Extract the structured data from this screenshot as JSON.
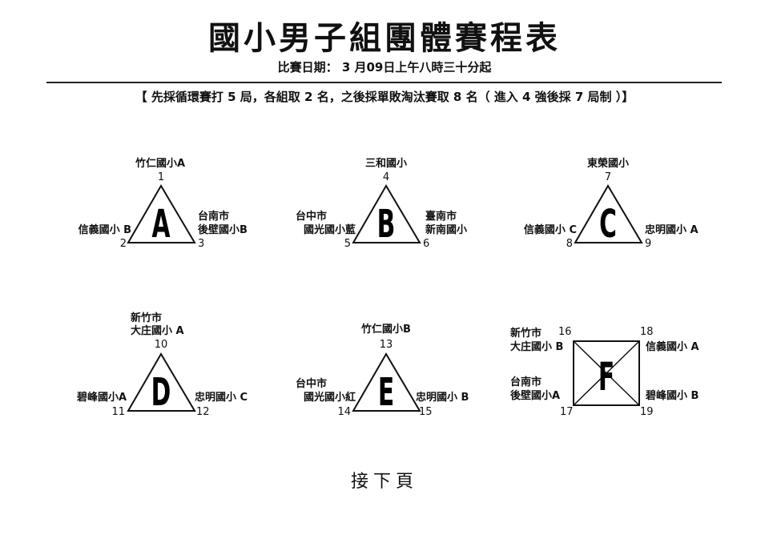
{
  "header": {
    "title": "國小男子組團體賽程表",
    "date_line": "比賽日期： 3 月09日上午八時三十分起",
    "format_note": "【 先採循環賽打 5 局，各組取 2 名，之後採單敗淘汰賽取 8 名（ 進入 4 強後採 7 局制 ）】"
  },
  "groups": {
    "a": {
      "letter": "A",
      "top": {
        "name": "竹仁國小A",
        "seed": "1"
      },
      "left": {
        "name": "信義國小 B",
        "seed": "2"
      },
      "right": {
        "line1": "台南市",
        "line2": "後壁國小B",
        "seed": "3"
      }
    },
    "b": {
      "letter": "B",
      "top": {
        "name": "三和國小",
        "seed": "4"
      },
      "left": {
        "line1": "台中市",
        "line2": "國光國小藍",
        "seed": "5"
      },
      "right": {
        "line1": "臺南市",
        "line2": "新南國小",
        "seed": "6"
      }
    },
    "c": {
      "letter": "C",
      "top": {
        "name": "東榮國小",
        "seed": "7"
      },
      "left": {
        "name": "信義國小 C",
        "seed": "8"
      },
      "right": {
        "name": "忠明國小 A",
        "seed": "9"
      }
    },
    "d": {
      "letter": "D",
      "top": {
        "line1": "新竹市",
        "line2": "大庄國小 A",
        "seed": "10"
      },
      "left": {
        "name": "碧峰國小A",
        "seed": "11"
      },
      "right": {
        "name": "忠明國小 C",
        "seed": "12"
      }
    },
    "e": {
      "letter": "E",
      "top": {
        "name": "竹仁國小B",
        "seed": "13"
      },
      "left": {
        "line1": "台中市",
        "line2": "國光國小紅",
        "seed": "14"
      },
      "right": {
        "name": "忠明國小 B",
        "seed": "15"
      }
    },
    "f": {
      "letter": "F",
      "tl": {
        "line1": "新竹市",
        "line2": "大庄國小 B",
        "seed": "16"
      },
      "tr": {
        "name": "信義國小 A",
        "seed": "18"
      },
      "bl": {
        "line1": "台南市",
        "line2": "後壁國小A",
        "seed": "17"
      },
      "br": {
        "name": "碧峰國小 B",
        "seed": "19"
      }
    }
  },
  "footer": {
    "next_page": "接下頁"
  }
}
